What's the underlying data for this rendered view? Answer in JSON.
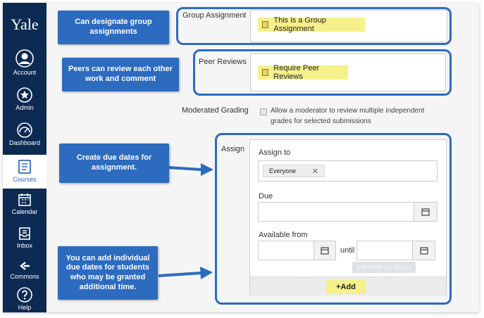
{
  "sidebar": {
    "logo": "Yale",
    "items": [
      {
        "label": "Account",
        "icon": "account-icon"
      },
      {
        "label": "Admin",
        "icon": "admin-icon"
      },
      {
        "label": "Dashboard",
        "icon": "dashboard-icon"
      },
      {
        "label": "Courses",
        "icon": "courses-icon"
      },
      {
        "label": "Calendar",
        "icon": "calendar-icon"
      },
      {
        "label": "Inbox",
        "icon": "inbox-icon"
      },
      {
        "label": "Commons",
        "icon": "commons-icon"
      },
      {
        "label": "Help",
        "icon": "help-icon"
      }
    ]
  },
  "form": {
    "group_assignment_label": "Group Assignment",
    "group_checkbox": "This is a Group Assignment",
    "peer_reviews_label": "Peer Reviews",
    "peer_checkbox": "Require Peer Reviews",
    "moderated_label": "Moderated Grading",
    "moderated_text_1": "Allow a moderator to review multiple independent",
    "moderated_text_2": "grades for selected submissions",
    "assign_label": "Assign",
    "assign_to_label": "Assign to",
    "assign_tag": "Everyone",
    "due_label": "Due",
    "available_from_label": "Available from",
    "until_label": "until",
    "date_hint": "YYYY-MM-DD hh:mm",
    "add_button": "+Add"
  },
  "callouts": {
    "group": "Can designate group assignments",
    "peer": "Peers can review each other work and comment",
    "due": "Create due dates for assignment.",
    "individual": "You can add individual due dates for students who may be granted additional time."
  },
  "colors": {
    "sidebar": "#0d2a53",
    "callout": "#2d6bbf",
    "highlight": "#f6f08a"
  }
}
